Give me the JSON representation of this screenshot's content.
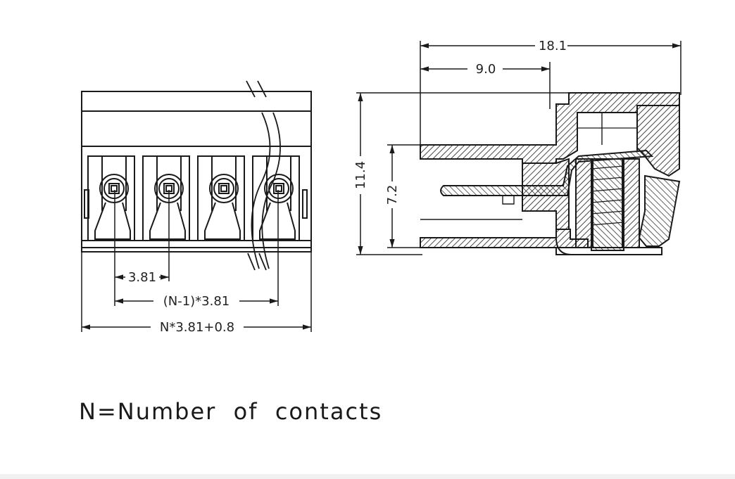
{
  "colors": {
    "line": "#1a1a1a",
    "background": "#ffffff"
  },
  "front_view": {
    "pitch_label": "3.81",
    "span_label": "(N-1)*3.81",
    "total_label": "N*3.81+0.8",
    "terminal_count": 4
  },
  "side_view": {
    "overall_length_label": "18.1",
    "plug_depth_label": "9.0",
    "height_label": "11.4",
    "opening_label": "7.2"
  },
  "note": "N=Number  of  contacts"
}
